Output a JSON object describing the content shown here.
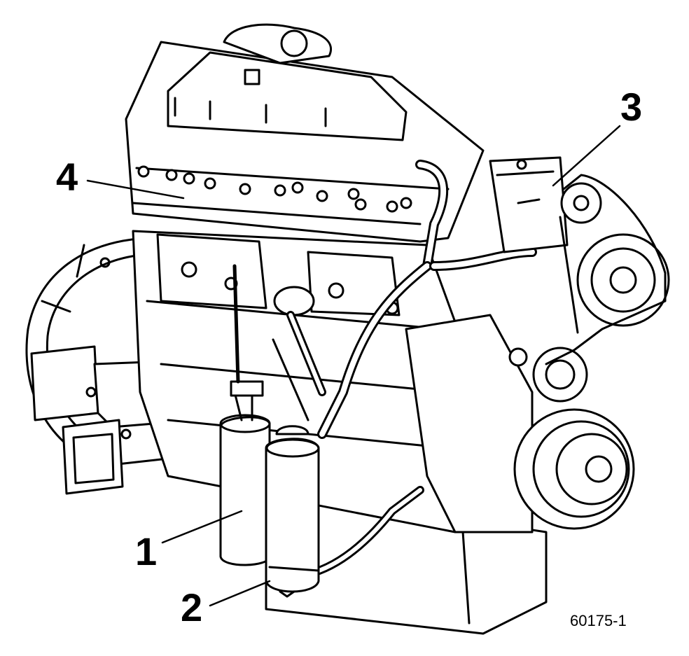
{
  "diagram": {
    "callouts": [
      {
        "number": "1"
      },
      {
        "number": "2"
      },
      {
        "number": "3"
      },
      {
        "number": "4"
      }
    ],
    "figure_id": "60175-1",
    "ink_color": "#000000",
    "paper_color": "#ffffff"
  }
}
